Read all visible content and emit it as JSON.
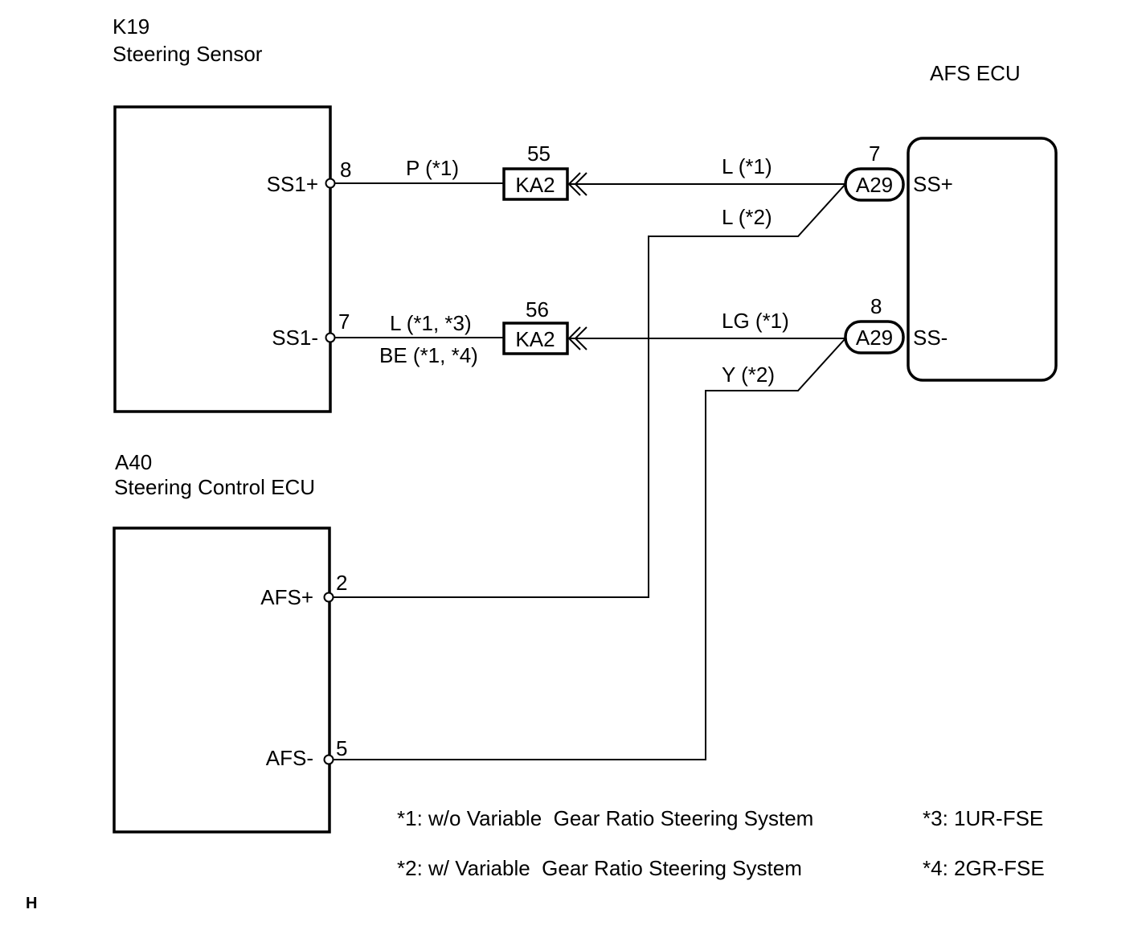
{
  "components": {
    "k19": {
      "code": "K19",
      "name": "Steering Sensor"
    },
    "afs_ecu": {
      "name": "AFS ECU"
    },
    "a40": {
      "code": "A40",
      "name": "Steering Control ECU"
    }
  },
  "pins": {
    "k19_ss1_plus": {
      "label": "SS1+",
      "number": "8"
    },
    "k19_ss1_minus": {
      "label": "SS1-",
      "number": "7"
    },
    "a40_afs_plus": {
      "label": "AFS+",
      "number": "2"
    },
    "a40_afs_minus": {
      "label": "AFS-",
      "number": "5"
    },
    "afs_ss_plus": {
      "label": "SS+",
      "number": "7",
      "connector": "A29"
    },
    "afs_ss_minus": {
      "label": "SS-",
      "number": "8",
      "connector": "A29"
    }
  },
  "junctions": {
    "top": {
      "connector": "KA2",
      "number": "55"
    },
    "bottom": {
      "connector": "KA2",
      "number": "56"
    }
  },
  "wires": {
    "ss1_plus_left": "P (*1)",
    "ss_plus_right_1": "L (*1)",
    "ss_plus_right_2": "L (*2)",
    "ss1_minus_left_a": "L (*1, *3)",
    "ss1_minus_left_b": "BE (*1, *4)",
    "ss_minus_right_1": "LG (*1)",
    "ss_minus_right_2": "Y (*2)"
  },
  "notes": {
    "n1": "*1: w/o Variable  Gear Ratio Steering System",
    "n2": "*2: w/ Variable  Gear Ratio Steering System",
    "n3": "*3: 1UR-FSE",
    "n4": "*4: 2GR-FSE"
  },
  "corner_mark": "H"
}
